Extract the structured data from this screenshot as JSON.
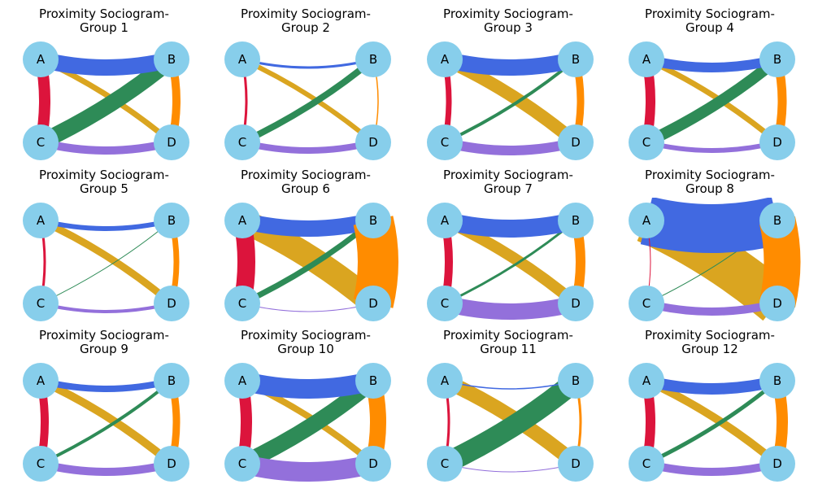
{
  "figure": {
    "node_color": "#87ceeb",
    "edge_colors": {
      "A-B": "#4169e1",
      "A-C": "#dc143c",
      "A-D": "#daa520",
      "B-C": "#2e8b57",
      "B-D": "#ff8c00",
      "C-D": "#9370db"
    }
  },
  "panels": [
    {
      "title_line1": "Proximity Sociogram-",
      "title_line2": "Group 1",
      "nodes": [
        "A",
        "B",
        "C",
        "D"
      ],
      "weights": {
        "A-B": 20,
        "A-C": 14,
        "A-D": 7,
        "B-C": 20,
        "B-D": 10,
        "C-D": 10
      }
    },
    {
      "title_line1": "Proximity Sociogram-",
      "title_line2": "Group 2",
      "nodes": [
        "A",
        "B",
        "C",
        "D"
      ],
      "weights": {
        "A-B": 3,
        "A-C": 3,
        "A-D": 6,
        "B-C": 8,
        "B-D": 1.5,
        "C-D": 8
      }
    },
    {
      "title_line1": "Proximity Sociogram-",
      "title_line2": "Group 3",
      "nodes": [
        "A",
        "B",
        "C",
        "D"
      ],
      "weights": {
        "A-B": 20,
        "A-C": 7,
        "A-D": 16,
        "B-C": 4,
        "B-D": 9,
        "C-D": 12
      }
    },
    {
      "title_line1": "Proximity Sociogram-",
      "title_line2": "Group 4",
      "nodes": [
        "A",
        "B",
        "C",
        "D"
      ],
      "weights": {
        "A-B": 12,
        "A-C": 12,
        "A-D": 7,
        "B-C": 14,
        "B-D": 11,
        "C-D": 6
      }
    },
    {
      "title_line1": "Proximity Sociogram-",
      "title_line2": "Group 5",
      "nodes": [
        "A",
        "B",
        "C",
        "D"
      ],
      "weights": {
        "A-B": 6,
        "A-C": 3,
        "A-D": 9,
        "B-C": 1,
        "B-D": 7,
        "C-D": 4
      }
    },
    {
      "title_line1": "Proximity Sociogram-",
      "title_line2": "Group 6",
      "nodes": [
        "A",
        "B",
        "C",
        "D"
      ],
      "weights": {
        "A-B": 20,
        "A-C": 22,
        "A-D": 30,
        "B-C": 7,
        "B-D": 50,
        "C-D": 1
      }
    },
    {
      "title_line1": "Proximity Sociogram-",
      "title_line2": "Group 7",
      "nodes": [
        "A",
        "B",
        "C",
        "D"
      ],
      "weights": {
        "A-B": 22,
        "A-C": 10,
        "A-D": 14,
        "B-C": 3,
        "B-D": 12,
        "C-D": 20
      }
    },
    {
      "title_line1": "Proximity Sociogram-",
      "title_line2": "Group 8",
      "nodes": [
        "A",
        "B",
        "C",
        "D"
      ],
      "weights": {
        "A-B": 60,
        "A-C": 1,
        "A-D": 55,
        "B-C": 1,
        "B-D": 45,
        "C-D": 10
      }
    },
    {
      "title_line1": "Proximity Sociogram-",
      "title_line2": "Group 9",
      "nodes": [
        "A",
        "B",
        "C",
        "D"
      ],
      "weights": {
        "A-B": 8,
        "A-C": 10,
        "A-D": 10,
        "B-C": 4,
        "B-D": 9,
        "C-D": 10
      }
    },
    {
      "title_line1": "Proximity Sociogram-",
      "title_line2": "Group 10",
      "nodes": [
        "A",
        "B",
        "C",
        "D"
      ],
      "weights": {
        "A-B": 24,
        "A-C": 14,
        "A-D": 8,
        "B-C": 20,
        "B-D": 20,
        "C-D": 24
      }
    },
    {
      "title_line1": "Proximity Sociogram-",
      "title_line2": "Group 11",
      "nodes": [
        "A",
        "B",
        "C",
        "D"
      ],
      "weights": {
        "A-B": 1.5,
        "A-C": 3,
        "A-D": 18,
        "B-C": 26,
        "B-D": 3,
        "C-D": 1
      }
    },
    {
      "title_line1": "Proximity Sociogram-",
      "title_line2": "Group 12",
      "nodes": [
        "A",
        "B",
        "C",
        "D"
      ],
      "weights": {
        "A-B": 14,
        "A-C": 12,
        "A-D": 10,
        "B-C": 5,
        "B-D": 14,
        "C-D": 10
      }
    }
  ]
}
